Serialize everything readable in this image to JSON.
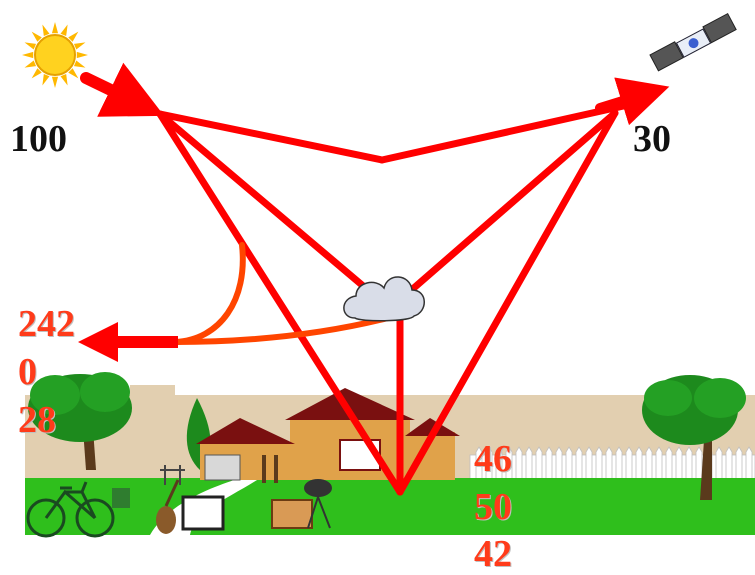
{
  "labels": {
    "incoming": "100",
    "outgoing": "30",
    "left_stack": [
      "242",
      "0",
      "28"
    ],
    "right_stack": [
      "46",
      "50",
      "42"
    ]
  },
  "colors": {
    "arrow": "#ff0000",
    "arrow_orange": "#ff4500",
    "label_red": "#ff3b1a",
    "label_black": "#111111",
    "grass": "#2fbf1c",
    "sun": "#ffd21f"
  },
  "icons": [
    "sun-icon",
    "satellite-icon",
    "cloud-icon",
    "tree-icon",
    "house-icon",
    "bicycle-icon",
    "fence-icon"
  ]
}
